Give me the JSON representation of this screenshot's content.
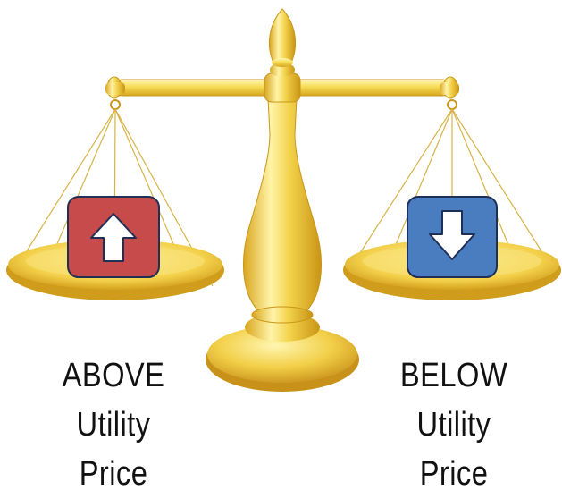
{
  "left_pan": {
    "icon": "arrow-up-icon",
    "color": "#c84b4b",
    "label_line1": "ABOVE",
    "label_line2": "Utility",
    "label_line3": "Price"
  },
  "right_pan": {
    "icon": "arrow-down-icon",
    "color": "#4a7cc0",
    "label_line1": "BELOW",
    "label_line2": "Utility",
    "label_line3": "Price"
  },
  "colors": {
    "gold_light": "#fff2a0",
    "gold_mid": "#f5d64a",
    "gold_dark": "#d9a81e"
  }
}
